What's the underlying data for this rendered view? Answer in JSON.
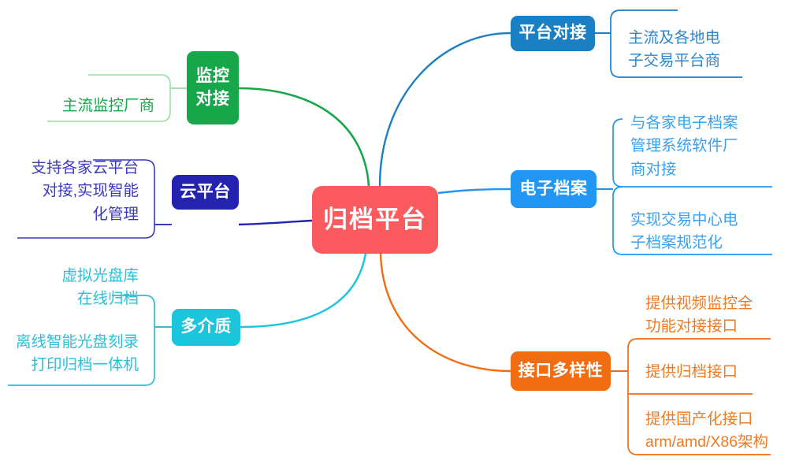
{
  "diagram": {
    "type": "mind-map",
    "background": "#ffffff",
    "central": {
      "label": "归档平台",
      "color": "#fb5a5f",
      "text_color": "#ffffff"
    },
    "branches": [
      {
        "id": "platform-docking",
        "label": "平台对接",
        "color": "#1b7fc4",
        "side": "right",
        "children": [
          "主流及各地电\n子交易平台商"
        ]
      },
      {
        "id": "electronic-archive",
        "label": "电子档案",
        "color": "#2196f3",
        "side": "right",
        "children": [
          "与各家电子档案\n管理系统软件厂\n商对接",
          "实现交易中心电\n子档案规范化"
        ]
      },
      {
        "id": "interface-diversity",
        "label": "接口多样性",
        "color": "#f26d12",
        "side": "right",
        "children": [
          "提供视频监控全\n功能对接接口",
          "提供归档接口",
          "提供国产化接口\narm/amd/X86架构"
        ]
      },
      {
        "id": "monitor-docking",
        "label": "监控\n对接",
        "color": "#18a64a",
        "side": "left",
        "children": [
          "主流监控厂商"
        ]
      },
      {
        "id": "cloud-platform",
        "label": "云平台",
        "color": "#2323b0",
        "side": "left",
        "children": [
          "支持各家云平台\n对接,实现智能\n化管理"
        ]
      },
      {
        "id": "multi-media",
        "label": "多介质",
        "color": "#1bc6dd",
        "side": "left",
        "children": [
          "虚拟光盘库\n在线归档",
          "离线智能光盘刻录\n打印归档一体机"
        ]
      }
    ]
  }
}
